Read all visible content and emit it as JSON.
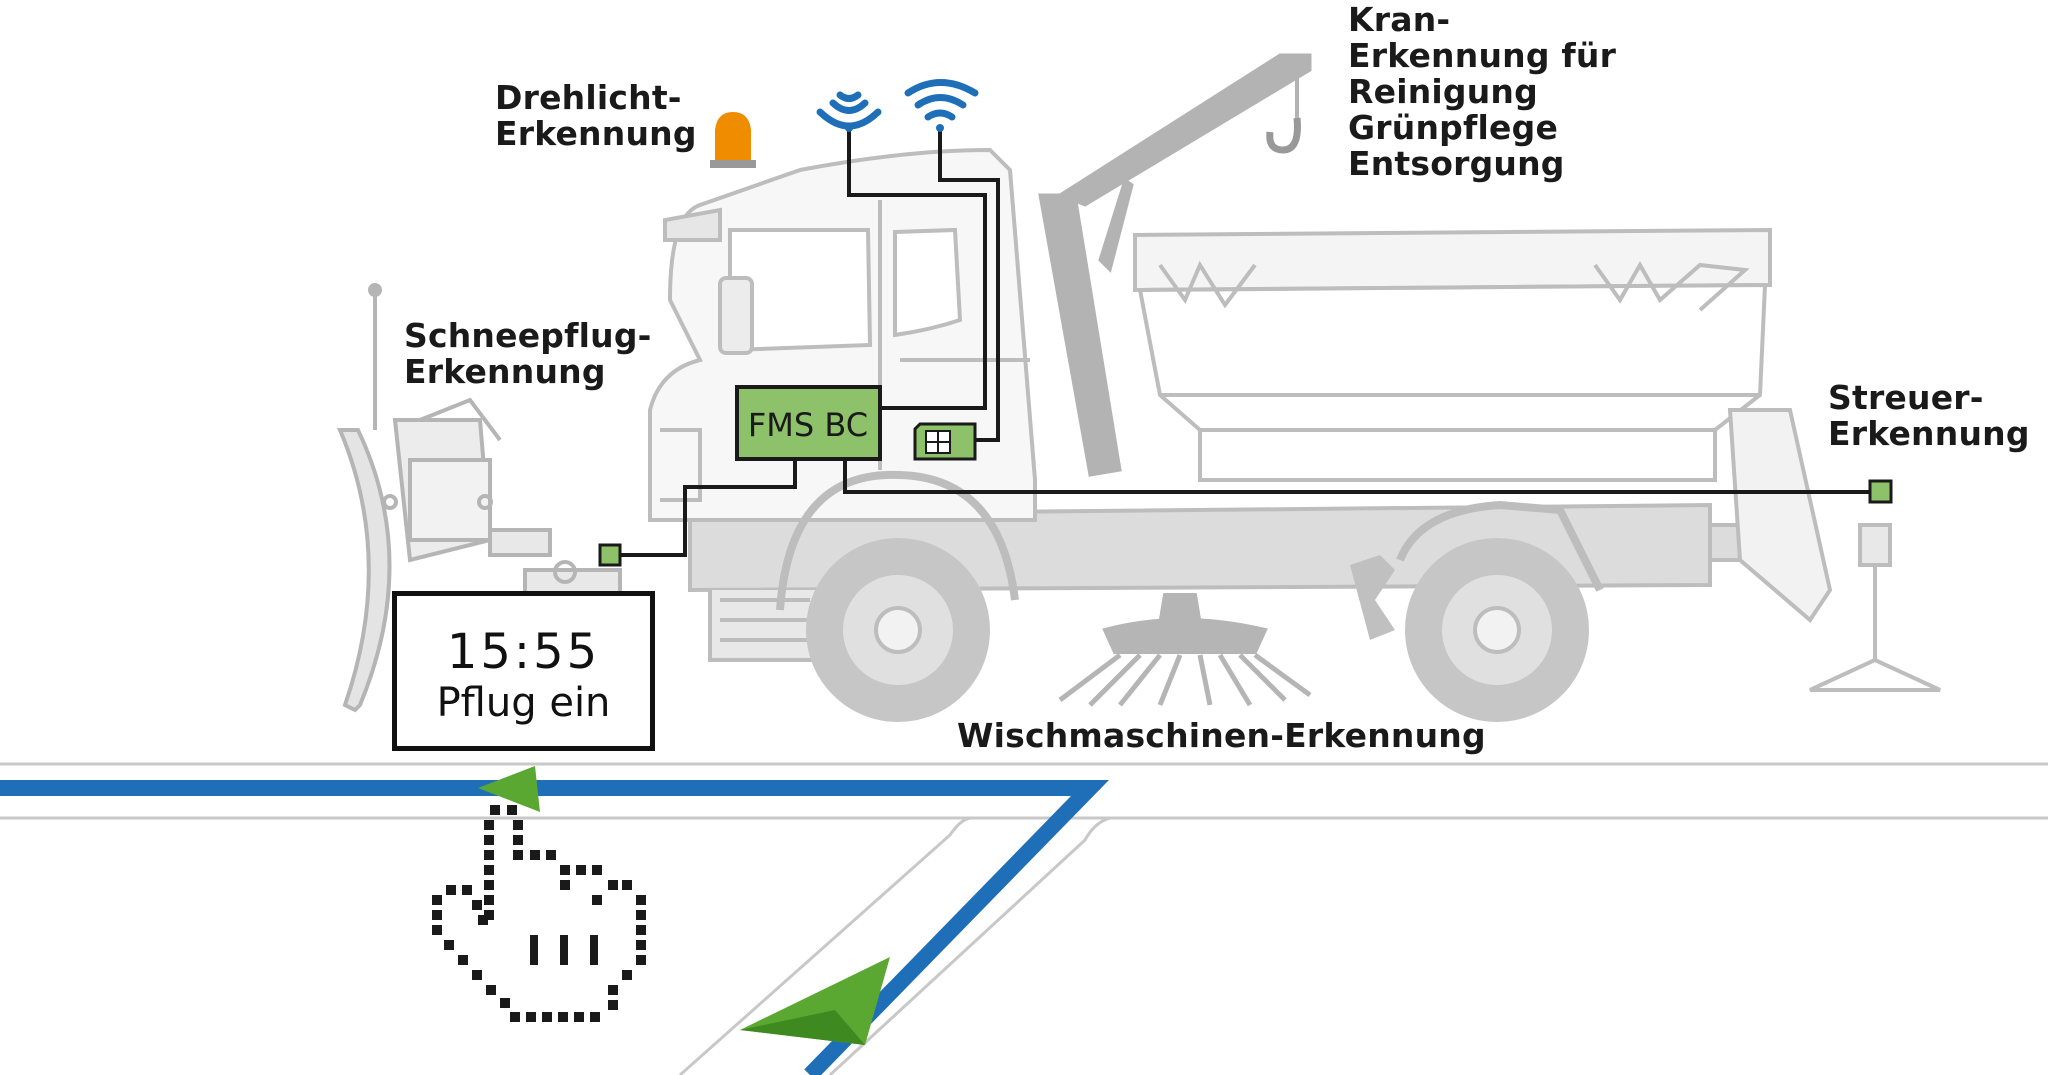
{
  "labels": {
    "drehlicht": [
      "Drehlicht-",
      "Erkennung"
    ],
    "kran": [
      "Kran-",
      "Erkennung für",
      "Reinigung",
      "Grünpflege",
      "Entsorgung"
    ],
    "schneepflug": [
      "Schneepflug-",
      "Erkennung"
    ],
    "streuer": [
      "Streuer-",
      "Erkennung"
    ],
    "wischmaschinen": "Wischmaschinen-Erkennung"
  },
  "fms_unit": "FMS BC",
  "display": {
    "time": "15:55",
    "status": "Pflug ein"
  },
  "colors": {
    "fms_green": "#8dc26a",
    "road_blue": "#1f6fb8",
    "arrow_green": "#5aa832",
    "signal_blue": "#1f6fb8",
    "beacon_orange": "#f08c00",
    "truck_gray": "#bdbdbd"
  },
  "icons": [
    "wifi-signal-icon",
    "sim-card-icon",
    "hand-pointer-icon",
    "navigation-arrow-icon",
    "rotating-beacon-icon",
    "crane-hook-icon"
  ]
}
